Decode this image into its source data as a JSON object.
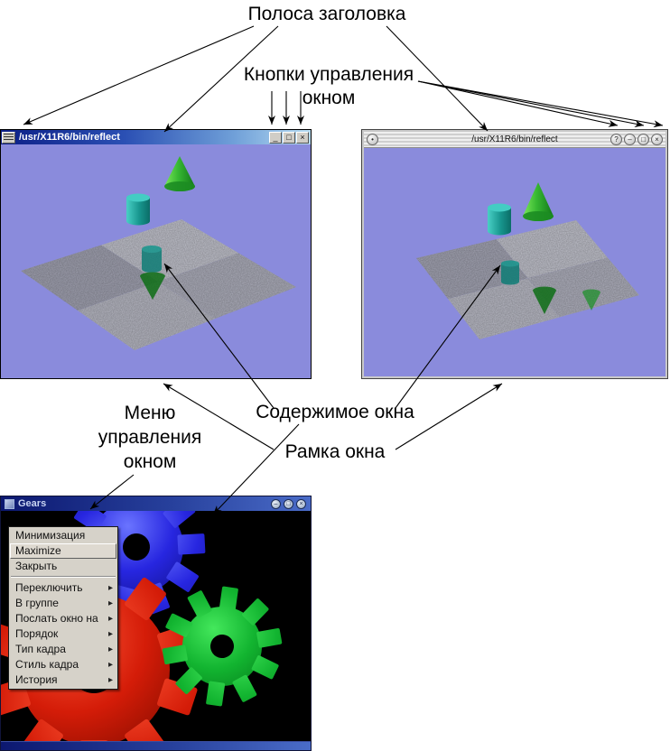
{
  "annotations": {
    "title_bar": "Полоса заголовка",
    "control_buttons": [
      "Кнопки управления",
      "окном"
    ],
    "window_menu": [
      "Меню",
      "управления",
      "окном"
    ],
    "window_content": "Содержимое окна",
    "window_frame": "Рамка окна"
  },
  "reflect_window_left": {
    "title": "/usr/X11R6/bin/reflect",
    "buttons": {
      "minimize": "_",
      "maximize": "□",
      "close": "×"
    }
  },
  "reflect_window_right": {
    "title": "/usr/X11R6/bin/reflect",
    "buttons": {
      "menu": "•",
      "help": "?",
      "minimize": "–",
      "maximize": "□",
      "close": "×"
    }
  },
  "gears_window": {
    "title": "Gears",
    "buttons": {
      "minimize": "–",
      "maximize": "□",
      "close": "×"
    },
    "submenu_arrow": "▸",
    "menu_items": [
      {
        "label": "Минимизация",
        "submenu": false
      },
      {
        "label": "Maximize",
        "submenu": false,
        "highlighted": true
      },
      {
        "label": "Закрыть",
        "submenu": false
      },
      {
        "label": "Переключить",
        "submenu": true
      },
      {
        "label": "В группе",
        "submenu": true
      },
      {
        "label": "Послать окно на",
        "submenu": true
      },
      {
        "label": "Порядок",
        "submenu": true
      },
      {
        "label": "Тип кадра",
        "submenu": true
      },
      {
        "label": "Стиль кадра",
        "submenu": true
      },
      {
        "label": "История",
        "submenu": true
      }
    ]
  }
}
